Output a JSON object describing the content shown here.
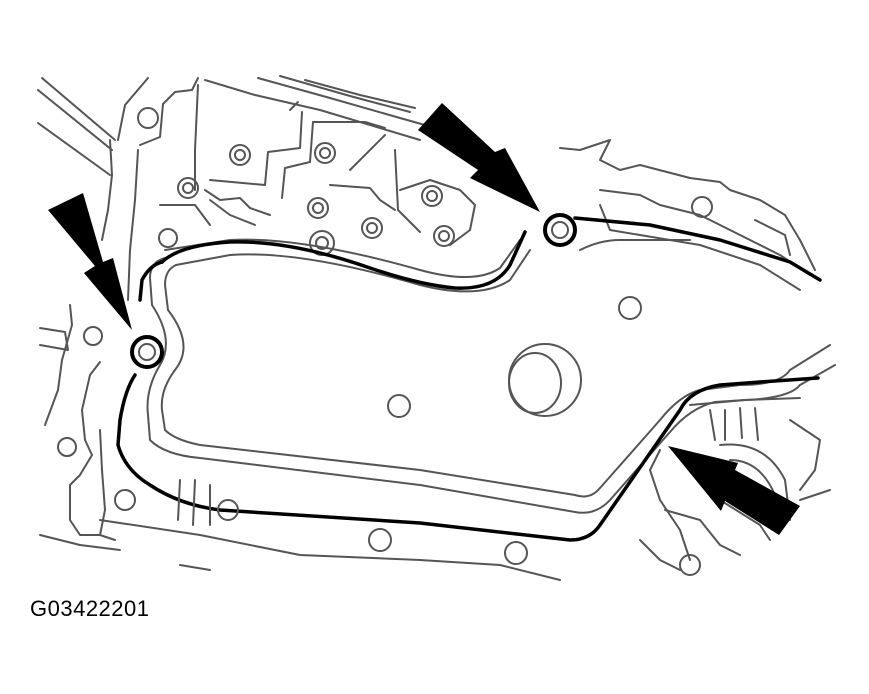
{
  "figure": {
    "caption": "G03422201",
    "description": "Line drawing of transmission valve body cover with gasket outline; three arrows indicate two bolt locations and a gasket edge",
    "callouts": [
      {
        "id": "arrow-left",
        "target": "left-bolt"
      },
      {
        "id": "arrow-top",
        "target": "top-bolt"
      },
      {
        "id": "arrow-right",
        "target": "gasket-edge"
      }
    ]
  }
}
